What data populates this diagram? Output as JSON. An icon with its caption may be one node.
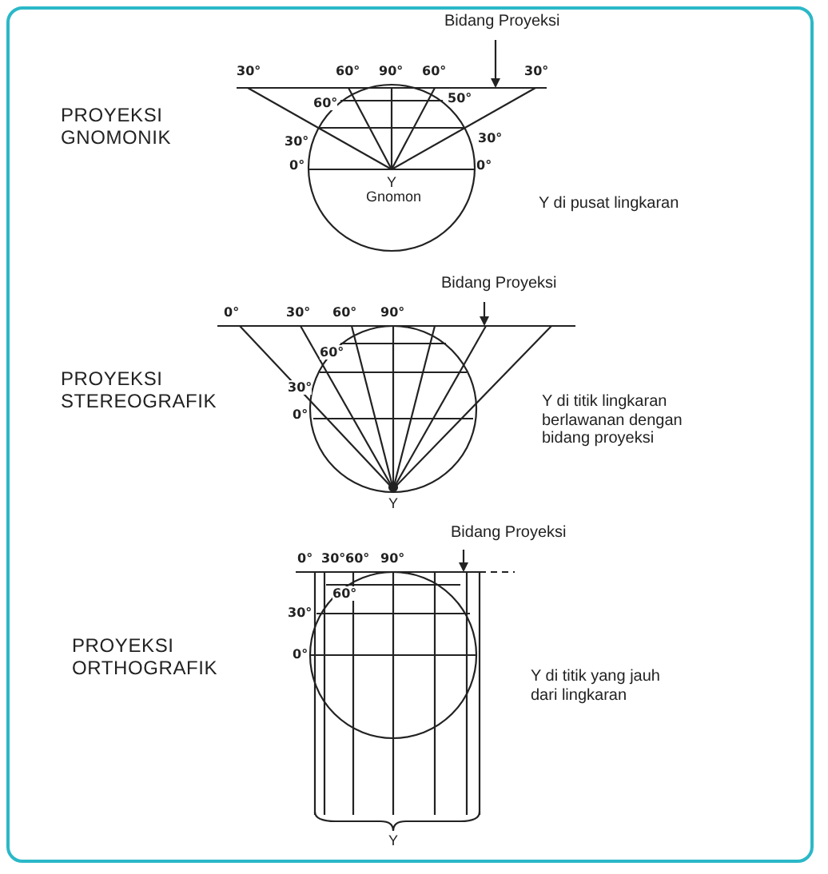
{
  "diagram": {
    "nodes": [
      {
        "text": [
          "Bidang Proyeksi"
        ]
      },
      {
        "text": [
          "Bidang Proyeksi"
        ]
      },
      {
        "text": [
          "Bidang Proyeksi"
        ]
      },
      {
        "text": [],
        "shape": "picture"
      },
      {
        "text": [],
        "shape": "picture"
      },
      {
        "text": [],
        "shape": "picture"
      }
    ],
    "edges": [
      {
        "from": 0,
        "to": 3,
        "arrow": "to"
      },
      {
        "from": 1,
        "to": 4,
        "arrow": "to"
      },
      {
        "from": 2,
        "to": 5,
        "arrow": "to"
      }
    ],
    "labels": [
      "PROYEKSI GNOMONIK",
      "30°",
      "60°",
      "90°",
      "60°",
      "30°",
      "60°",
      "50°",
      "30°",
      "30°",
      "0°",
      "0°",
      "Y",
      "Gnomon",
      "Y di pusat lingkaran",
      "PROYEKSI STEREOGRAFIK",
      "0°",
      "30°",
      "60°",
      "90°",
      "60°",
      "30°",
      "0°",
      "Y di titik lingkaran berlawanan dengan bidang proyeksi",
      "Y",
      "PROYEKSI ORTHOGRAFIK",
      "0°",
      "30°",
      "60°",
      "90°",
      "60°",
      "30°",
      "0°",
      "Y di titik yang jauh dari lingkaran",
      "Y"
    ]
  }
}
